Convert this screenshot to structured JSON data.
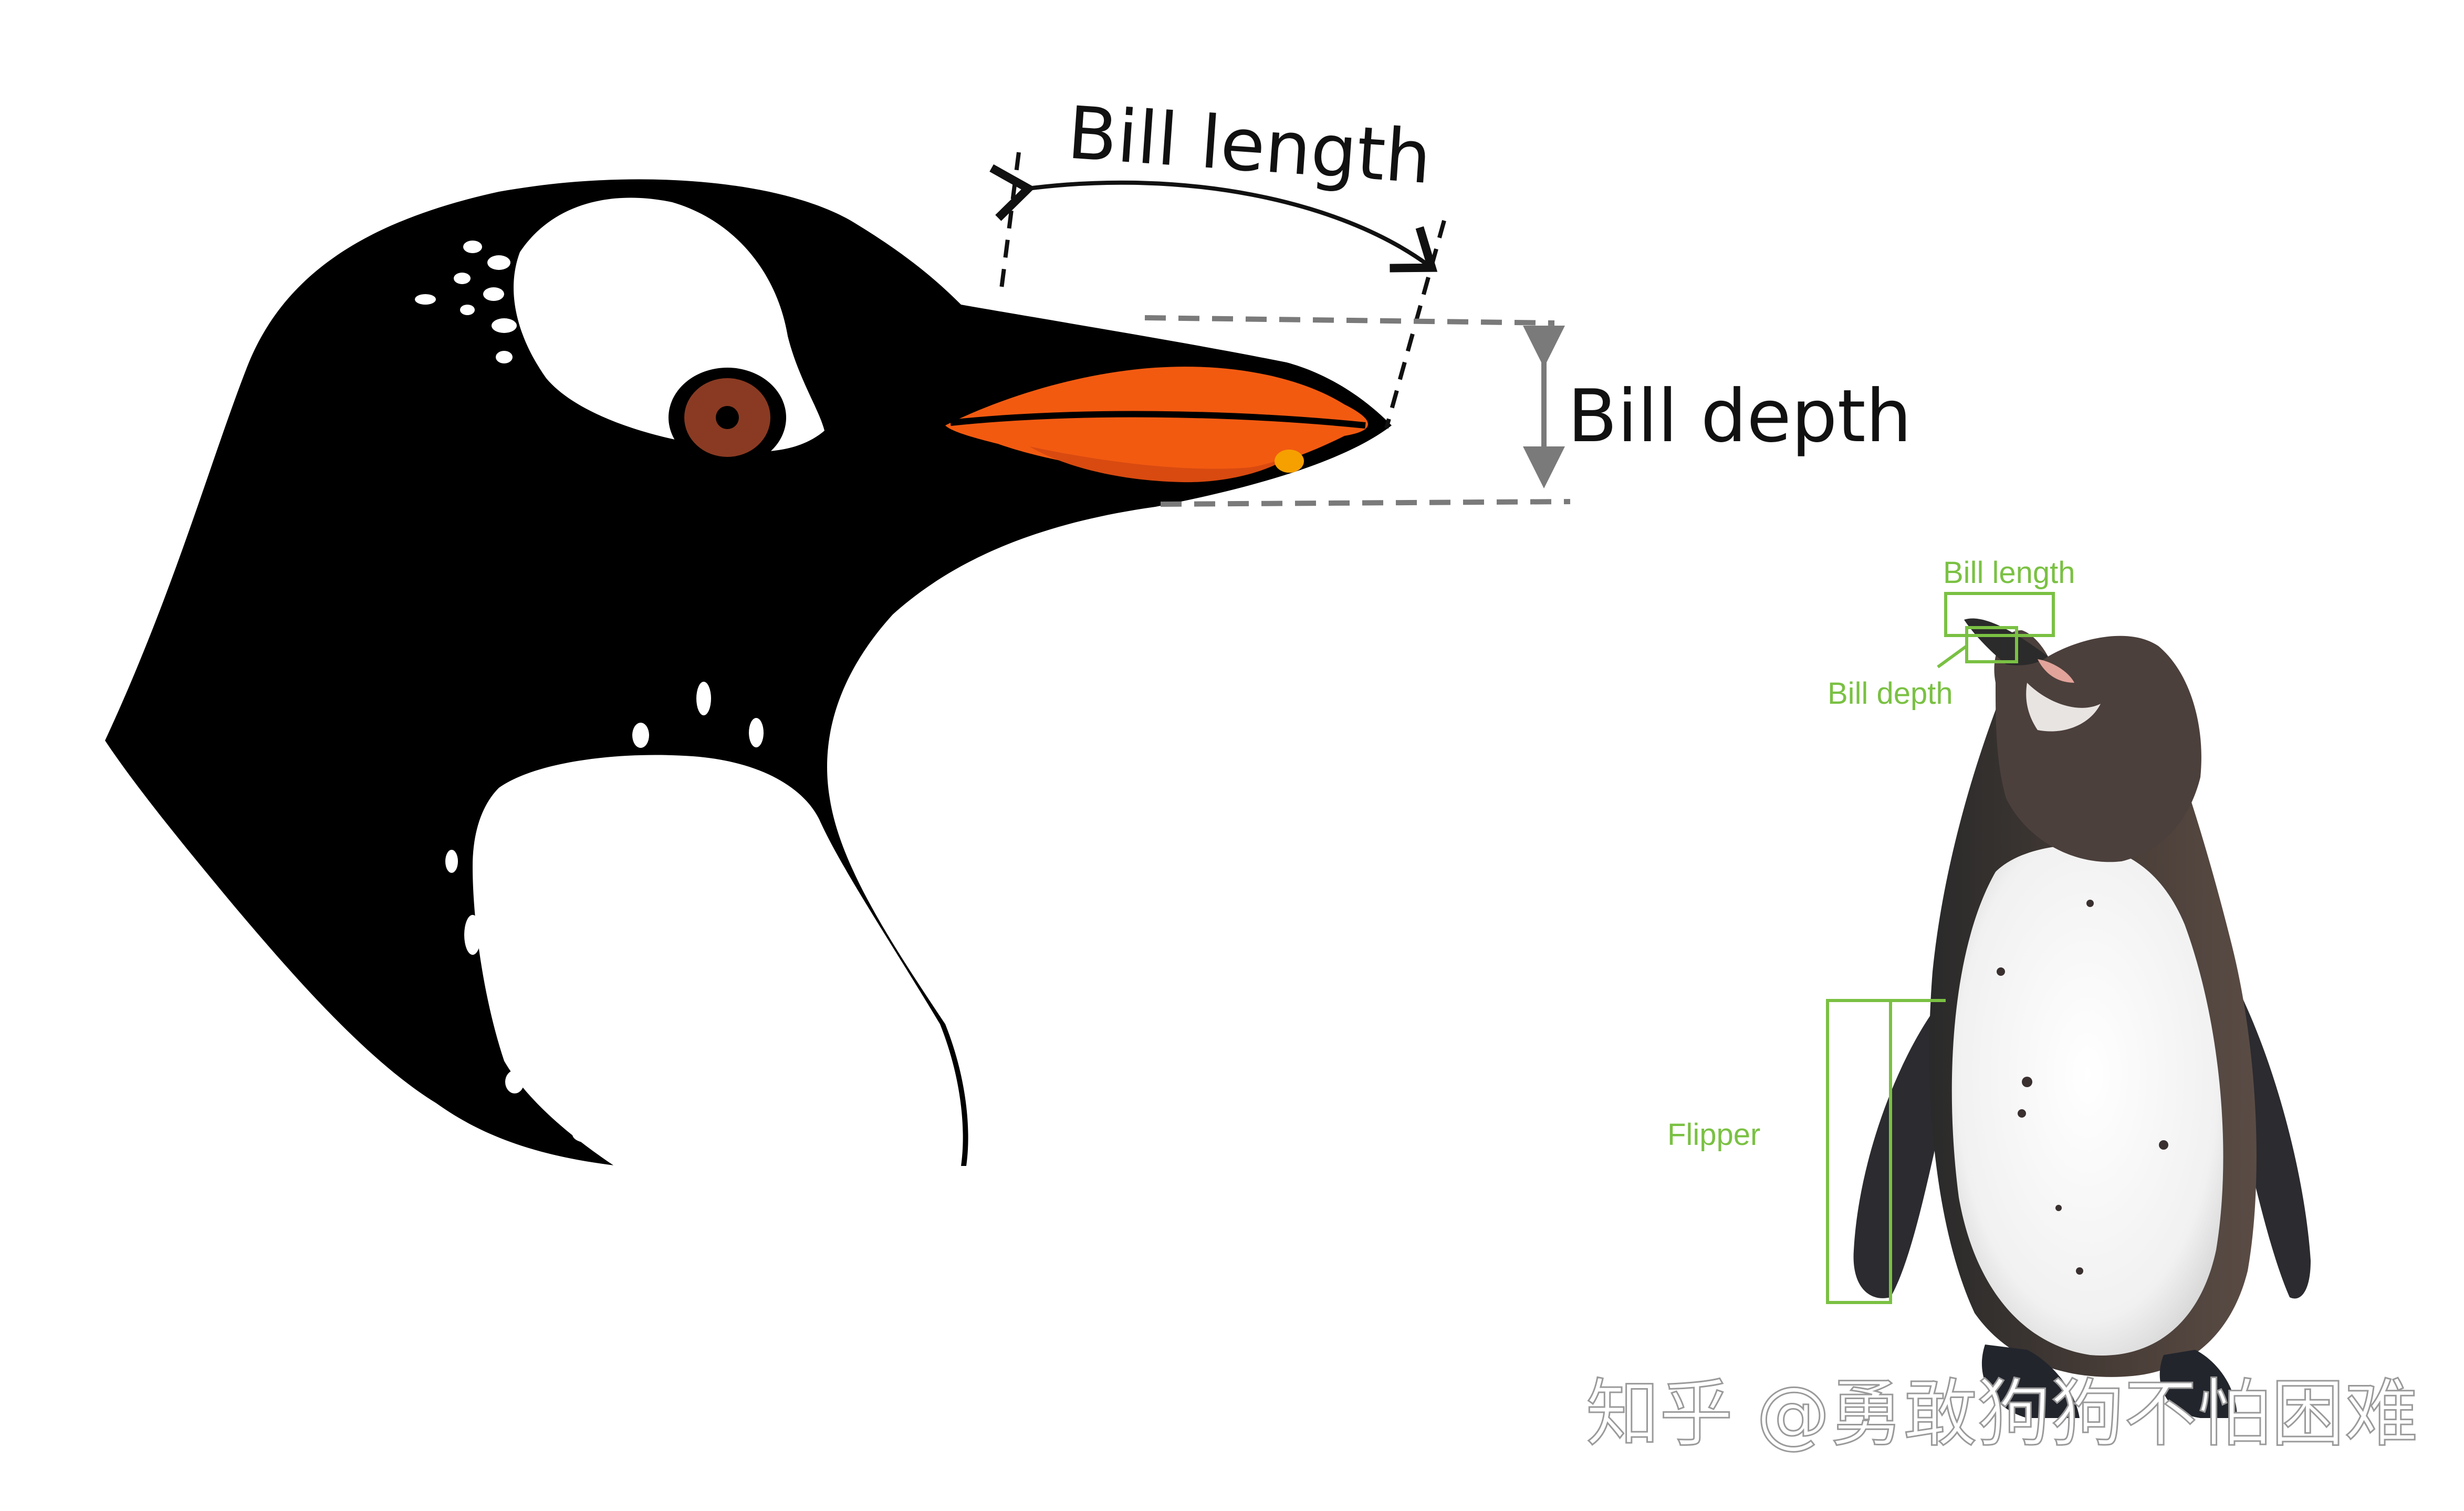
{
  "diagram": {
    "head_labels": {
      "bill_length": "Bill length",
      "bill_depth": "Bill depth"
    },
    "photo_labels": {
      "bill_length": "Bill length",
      "bill_depth": "Bill depth",
      "flipper": "Flipper"
    },
    "watermark": "知乎 @勇敢狗狗不怕困难"
  },
  "colors": {
    "silhouette": "#000000",
    "bill_orange": "#f25a10",
    "bill_shade": "#d84a10",
    "eye_iris": "#8a3a22",
    "guide_dash": "#7a7a7a",
    "label_green": "#7ac143"
  }
}
